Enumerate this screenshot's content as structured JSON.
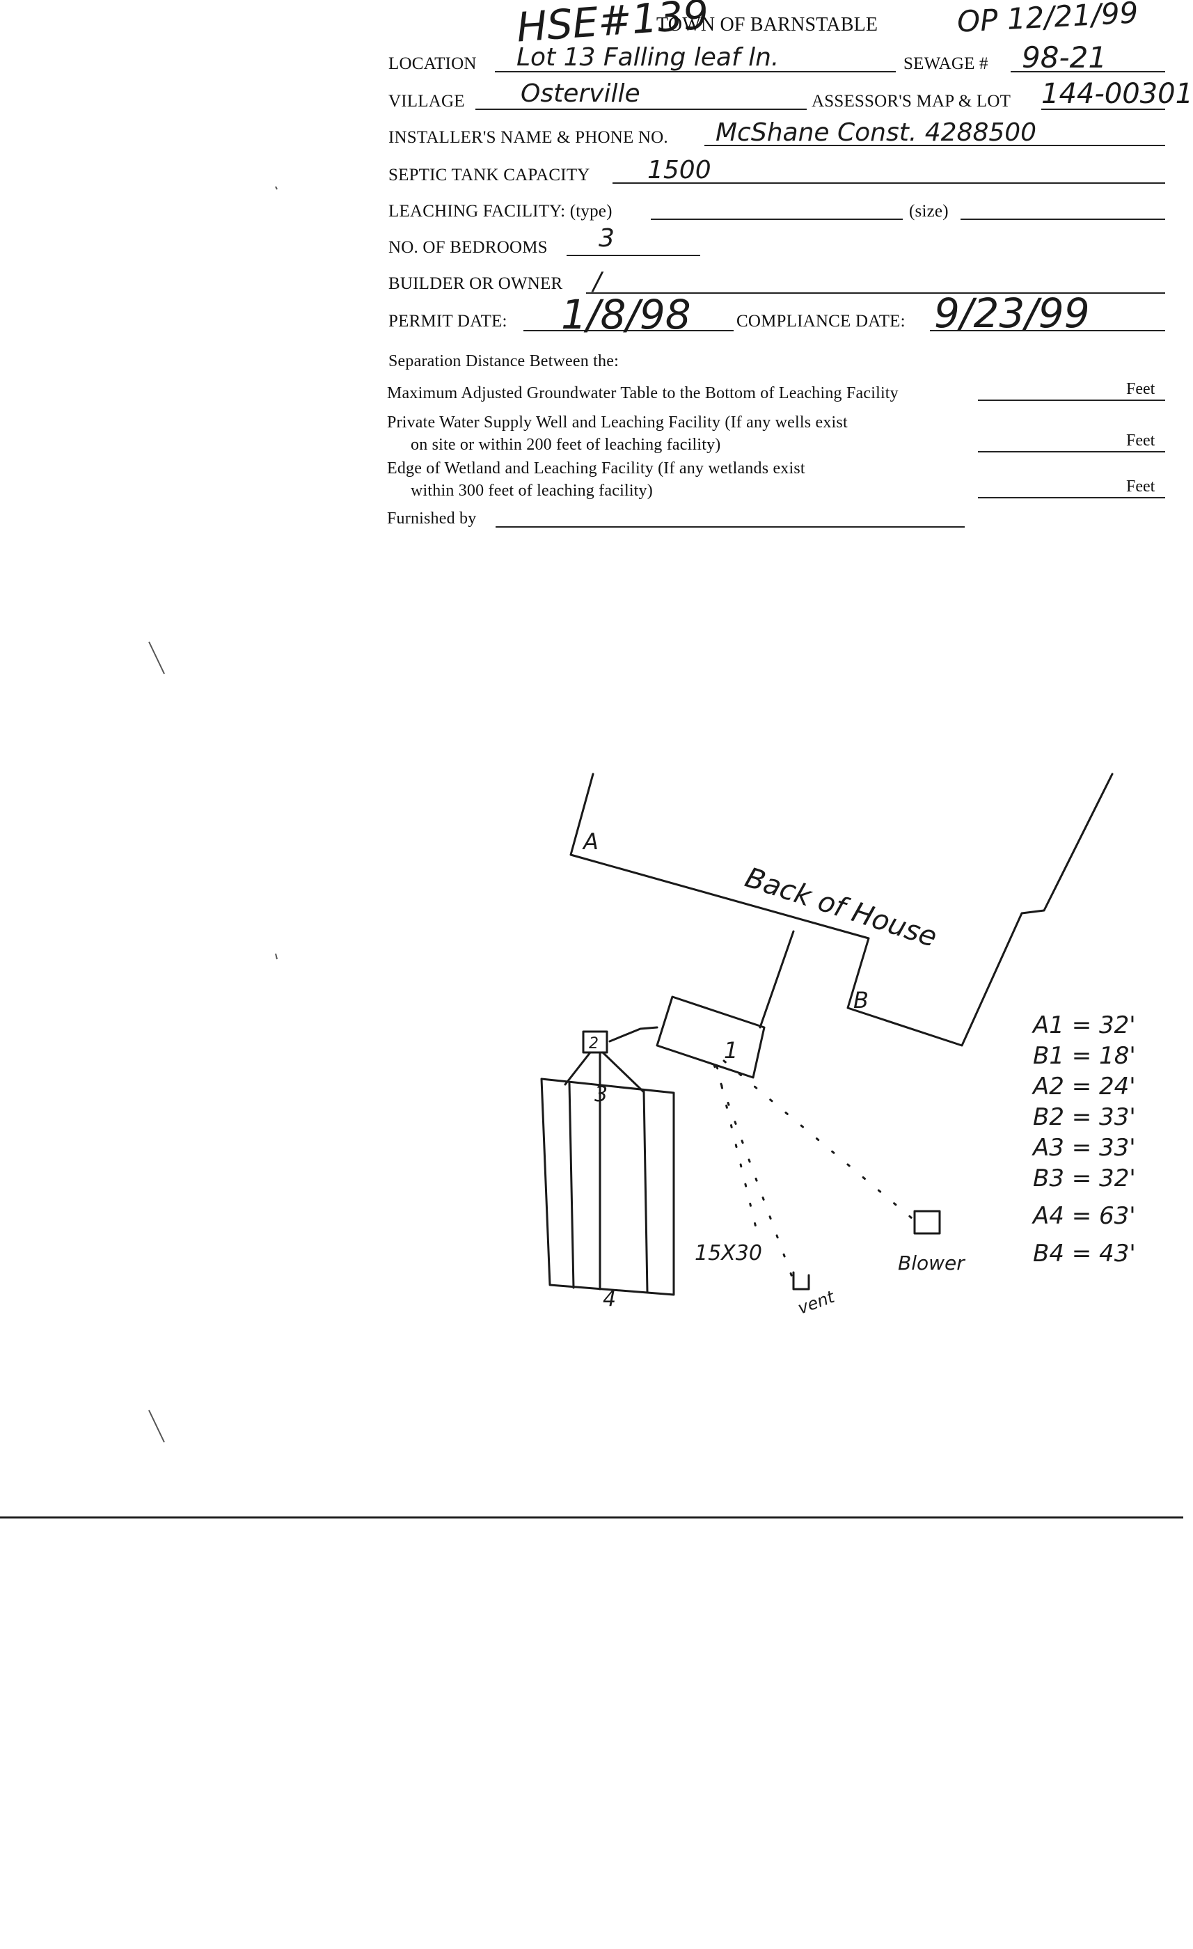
{
  "header": {
    "hse_number": "HSE#139",
    "town_title": "TOWN OF BARNSTABLE",
    "op_date": "OP 12/21/99"
  },
  "fields": {
    "location_label": "LOCATION",
    "location_value": "Lot 13 Falling leaf ln.",
    "sewage_label": "SEWAGE #",
    "sewage_value": "98-21",
    "village_label": "VILLAGE",
    "village_value": "Osterville",
    "assessor_label": "ASSESSOR'S MAP & LOT",
    "assessor_value": "144-00301",
    "installer_label": "INSTALLER'S NAME & PHONE NO.",
    "installer_value": "McShane Const. 4288500",
    "septic_label": "SEPTIC TANK CAPACITY",
    "septic_value": "1500",
    "leaching_label": "LEACHING FACILITY: (type)",
    "leaching_size_label": "(size)",
    "bedrooms_label": "NO. OF BEDROOMS",
    "bedrooms_value": "3",
    "builder_label": "BUILDER OR OWNER",
    "builder_value": "/",
    "permit_label": "PERMIT DATE:",
    "permit_value": "1/8/98",
    "compliance_label": "COMPLIANCE DATE:",
    "compliance_value": "9/23/99"
  },
  "separation": {
    "heading": "Separation Distance Between the:",
    "row1": "Maximum Adjusted Groundwater Table to the Bottom of Leaching Facility",
    "row2_line1": "Private Water Supply Well and Leaching Facility  (If any wells exist",
    "row2_line2": "on site or within 200 feet of leaching facility)",
    "row3_line1": "Edge of Wetland and Leaching Facility (If any wetlands exist",
    "row3_line2": "within 300 feet of leaching facility)",
    "unit": "Feet",
    "furnished_label": "Furnished by"
  },
  "sketch": {
    "house_label": "Back of House",
    "corner_a": "A",
    "corner_b": "B",
    "tank_label": "1",
    "dbox_label": "2",
    "field_label_3": "3",
    "field_label_4": "4",
    "field_size": "15X30",
    "vent_label": "vent",
    "blower_label": "Blower",
    "measurements": [
      "A1 = 32'",
      "B1 = 18'",
      "A2 = 24'",
      "B2 = 33'",
      "A3 = 33'",
      "B3 = 32'",
      "A4 = 63'",
      "B4 = 43'"
    ]
  }
}
